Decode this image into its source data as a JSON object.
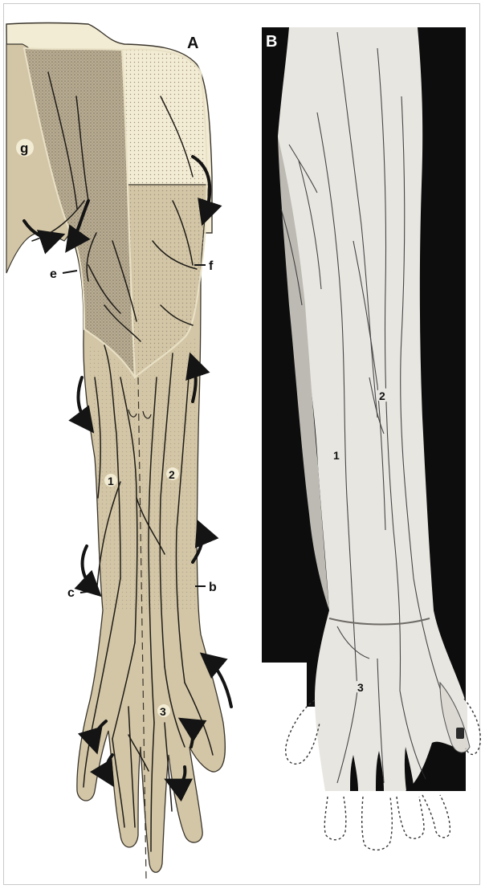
{
  "figure": {
    "panels": [
      {
        "id": "panel-a",
        "label": "A"
      },
      {
        "id": "panel-b",
        "label": "B"
      }
    ]
  },
  "panel_a": {
    "region_label": "g",
    "vein_labels": [
      "1",
      "2",
      "3"
    ],
    "pointer_labels": [
      "e",
      "f",
      "c",
      "b"
    ],
    "colors": {
      "skin": "#d3c6a6",
      "dark_zone": "#b9ae94",
      "light_zone": "#f3ecd4",
      "vein": "#1e1b17",
      "arrow": "#141414"
    }
  },
  "panel_b": {
    "vein_labels": [
      "1",
      "2",
      "3"
    ],
    "colors": {
      "background": "#0d0d0d",
      "arm": "#e8e6e1",
      "vein": "#2b2b2b"
    }
  }
}
